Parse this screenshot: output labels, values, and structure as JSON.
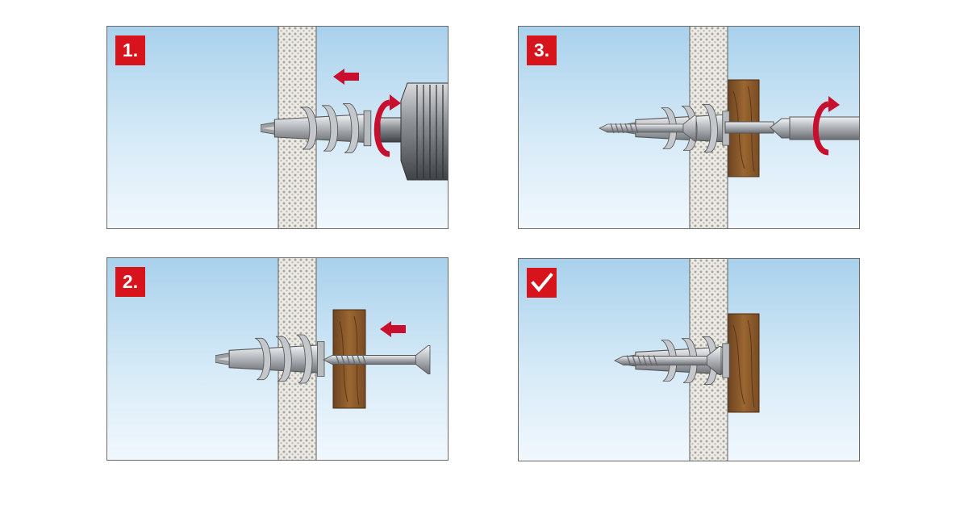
{
  "steps": [
    {
      "id": "step-1",
      "label": "1."
    },
    {
      "id": "step-3",
      "label": "3."
    },
    {
      "id": "step-2",
      "label": "2."
    },
    {
      "id": "step-done",
      "icon": "checkmark-icon"
    }
  ],
  "colors": {
    "badge": "#d7141b",
    "arrow": "#c8102e",
    "wood": "#8a5a2b",
    "anchor_metal": "#b8bcc0",
    "drywall": "#e9e5d9"
  },
  "icons": {
    "push_arrow": "left-arrow-icon",
    "rotation": "clockwise-rotation-icon",
    "done": "checkmark-icon"
  }
}
